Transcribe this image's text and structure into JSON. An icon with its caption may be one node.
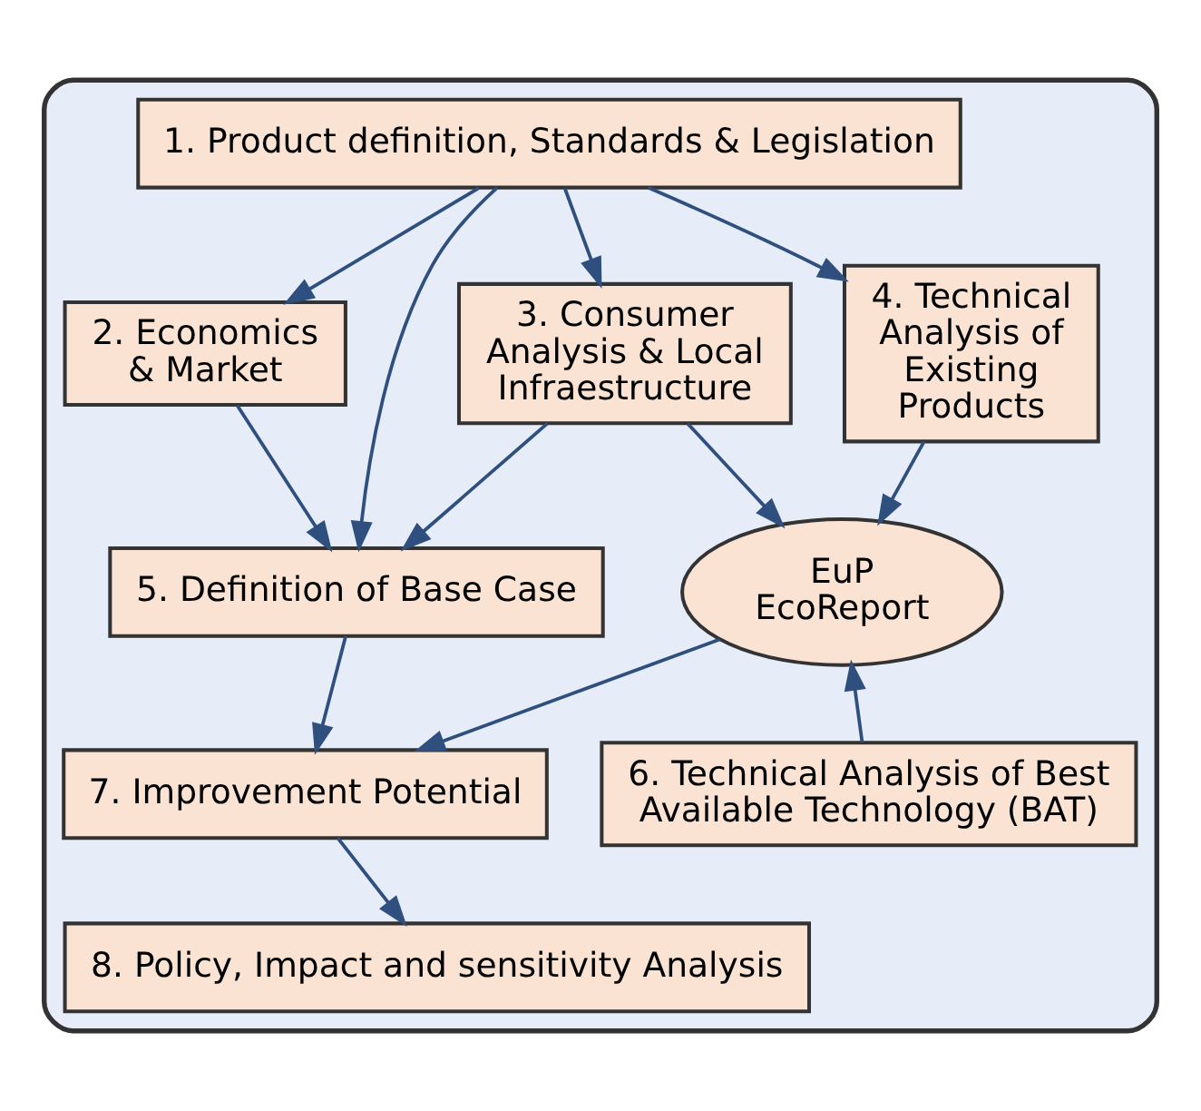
{
  "diagram": {
    "nodes": [
      {
        "text": [],
        "shape": "box"
      },
      {
        "text": [
          "1. Product definition, Standards & Legislation"
        ],
        "in": 0
      },
      {
        "text": [
          "2. Economics & Market"
        ],
        "in": 0
      },
      {
        "text": [
          "3. Consumer Analysis & Local Infraestructure"
        ],
        "in": 0
      },
      {
        "text": [
          "4. Technical Analysis of Existing Products"
        ],
        "in": 0
      },
      {
        "text": [
          "EuP EcoReport"
        ],
        "in": 0
      },
      {
        "text": [
          "5. Definition of Base Case"
        ],
        "in": 0
      },
      {
        "text": [
          "6. Technical Analysis of Best Available Technology (BAT)"
        ],
        "in": 0
      },
      {
        "text": [
          "7. Improvement Potential"
        ],
        "in": 0
      },
      {
        "text": [
          "8. Policy, Impact and sensitivity Analysis"
        ],
        "in": 0
      }
    ],
    "edges": [
      {
        "from": 1,
        "to": 2,
        "arrow": "to"
      },
      {
        "from": 1,
        "to": 6,
        "arrow": "to"
      },
      {
        "from": 1,
        "to": 3,
        "arrow": "to"
      },
      {
        "from": 1,
        "to": 4,
        "arrow": "to"
      },
      {
        "from": 2,
        "to": 6,
        "arrow": "to"
      },
      {
        "from": 3,
        "to": 6,
        "arrow": "to"
      },
      {
        "from": 3,
        "to": 5,
        "arrow": "to"
      },
      {
        "from": 4,
        "to": 5,
        "arrow": "to"
      },
      {
        "from": 5,
        "to": 8,
        "arrow": "to"
      },
      {
        "from": 7,
        "to": 5,
        "arrow": "to"
      },
      {
        "from": 6,
        "to": 8,
        "arrow": "to"
      },
      {
        "from": 8,
        "to": 9,
        "arrow": "to"
      }
    ]
  }
}
